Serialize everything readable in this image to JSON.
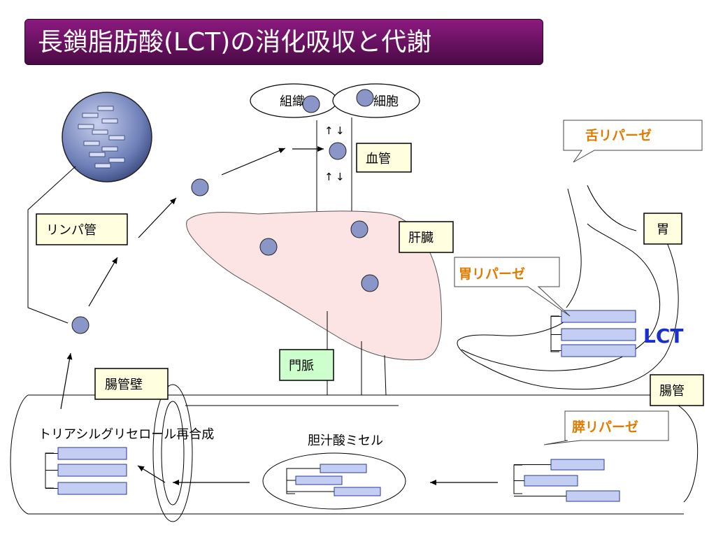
{
  "title": "長鎖脂肪酸(LCT)の消化吸収と代謝",
  "labels": {
    "tissue_cell_left": "組織",
    "tissue_cell_right": "細胞",
    "blood_vessel": "血管",
    "lymph_duct": "リンパ管",
    "liver": "肝臓",
    "stomach": "胃",
    "portal_vein": "門脈",
    "intestinal_wall": "腸管壁",
    "intestine": "腸管",
    "lct": "LCT",
    "tongue_lipase": "舌リパーゼ",
    "gastric_lipase": "胃リパーゼ",
    "pancreatic_lipase": "膵リパーゼ",
    "resynthesis": "トリアシルグリセロール再合成",
    "bile_micelle": "胆汁酸ミセル"
  },
  "colors": {
    "title_top": "#8c1a80",
    "title_bottom": "#4a0a45",
    "label_fill": "#ffffe0",
    "portal_fill": "#ccffcc",
    "liver_fill": "#fde4e4",
    "lipase_text": "#e07b00",
    "lct_text": "#1a2fcc",
    "bar_fill": "#c4cdf2",
    "bar_stroke": "#2a3a9a",
    "dot_fill": "#8a96c8"
  }
}
